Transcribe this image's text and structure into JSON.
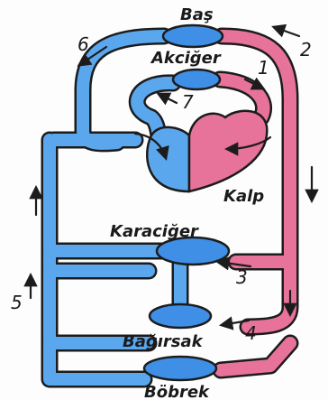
{
  "labels": {
    "head": "Baş",
    "lungs": "Akciğer",
    "heart": "Kalp",
    "liver": "Karaciğer",
    "intestine": "Bağırsak",
    "kidney": "Böbrek"
  },
  "numbers": {
    "n1": "1",
    "n2": "2",
    "n3": "3",
    "n4": "4",
    "n5": "5",
    "n6": "6",
    "n7": "7"
  },
  "colors": {
    "deoxygenated": "#5ba7ee",
    "oxygenated": "#e8739a",
    "organ": "#3f8fe6",
    "outline": "#1c1c1c"
  }
}
